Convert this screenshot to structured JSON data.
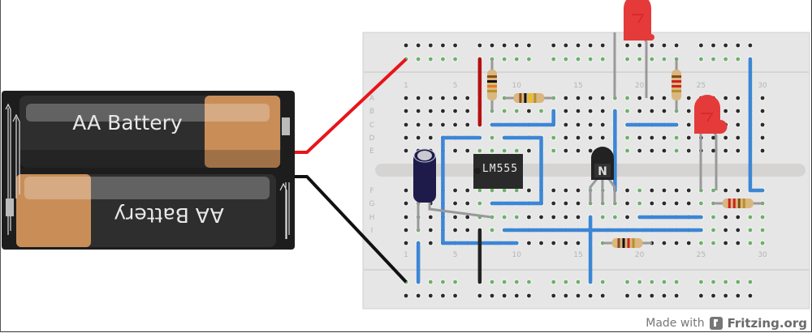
{
  "battery_pack": {
    "top_label": "AA Battery",
    "bottom_label": "AA Battery"
  },
  "breadboard": {
    "column_numbers": [
      "1",
      "5",
      "10",
      "15",
      "20",
      "25",
      "30"
    ],
    "row_letters_top": [
      "A",
      "B",
      "C",
      "D",
      "E"
    ],
    "row_letters_bottom": [
      "F",
      "G",
      "H",
      "I"
    ]
  },
  "components": {
    "ic_label": "LM555",
    "transistor_label": "N"
  },
  "footer": {
    "made_with": "Made with",
    "brand": "Fritzing.org"
  },
  "colors": {
    "breadboard": "#e6e6e6",
    "wire_red": "#e8141b",
    "wire_black": "#111111",
    "jumper_blue": "#3b86d6",
    "led_red": "#e53a3a",
    "hole_connected": "#6cb16a"
  }
}
